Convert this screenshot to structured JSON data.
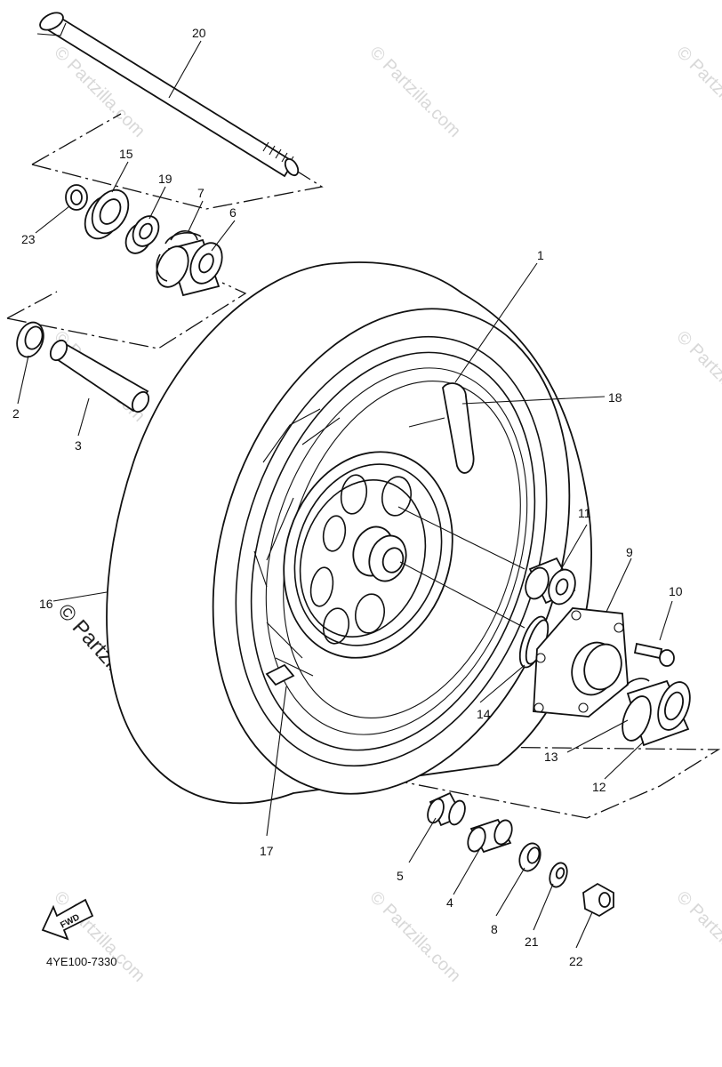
{
  "diagram": {
    "part_labels": [
      {
        "id": "20",
        "text": "20"
      },
      {
        "id": "15",
        "text": "15"
      },
      {
        "id": "19",
        "text": "19"
      },
      {
        "id": "7",
        "text": "7"
      },
      {
        "id": "6",
        "text": "6"
      },
      {
        "id": "23",
        "text": "23"
      },
      {
        "id": "1",
        "text": "1"
      },
      {
        "id": "18",
        "text": "18"
      },
      {
        "id": "2",
        "text": "2"
      },
      {
        "id": "3",
        "text": "3"
      },
      {
        "id": "11",
        "text": "11"
      },
      {
        "id": "9",
        "text": "9"
      },
      {
        "id": "10",
        "text": "10"
      },
      {
        "id": "16",
        "text": "16"
      },
      {
        "id": "14",
        "text": "14"
      },
      {
        "id": "13",
        "text": "13"
      },
      {
        "id": "12",
        "text": "12"
      },
      {
        "id": "17",
        "text": "17"
      },
      {
        "id": "5",
        "text": "5"
      },
      {
        "id": "4",
        "text": "4"
      },
      {
        "id": "8",
        "text": "8"
      },
      {
        "id": "21",
        "text": "21"
      },
      {
        "id": "22",
        "text": "22"
      }
    ],
    "fwd_label": "FWD",
    "diagram_code": "4YE100-7330",
    "watermark": "© Partzilla.com"
  }
}
